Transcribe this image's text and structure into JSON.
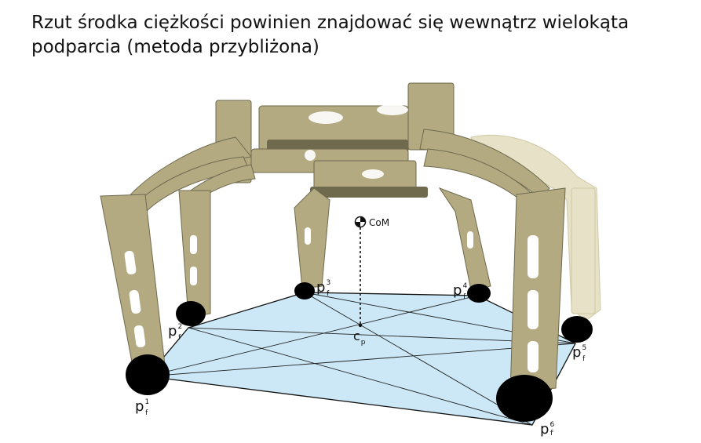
{
  "slide": {
    "title": "Rzut środka ciężkości powinien znajdować się wewnątrz wielokąta podparcia (metoda przybliżona)"
  },
  "figure": {
    "com_label": "CoM",
    "cp_label": "c",
    "cp_sub": "p",
    "feet": [
      {
        "label": "p",
        "sub": "f",
        "sup": "1"
      },
      {
        "label": "p",
        "sub": "f",
        "sup": "2"
      },
      {
        "label": "p",
        "sub": "f",
        "sup": "3"
      },
      {
        "label": "p",
        "sub": "f",
        "sup": "4"
      },
      {
        "label": "p",
        "sub": "f",
        "sup": "5"
      },
      {
        "label": "p",
        "sub": "f",
        "sup": "6"
      }
    ],
    "colors": {
      "support_polygon": "#cce8f6",
      "robot_body": "#b3aa82",
      "robot_shadow": "#6f6a4e",
      "robot_light": "#e7e2c7",
      "foot": "#000000"
    }
  }
}
